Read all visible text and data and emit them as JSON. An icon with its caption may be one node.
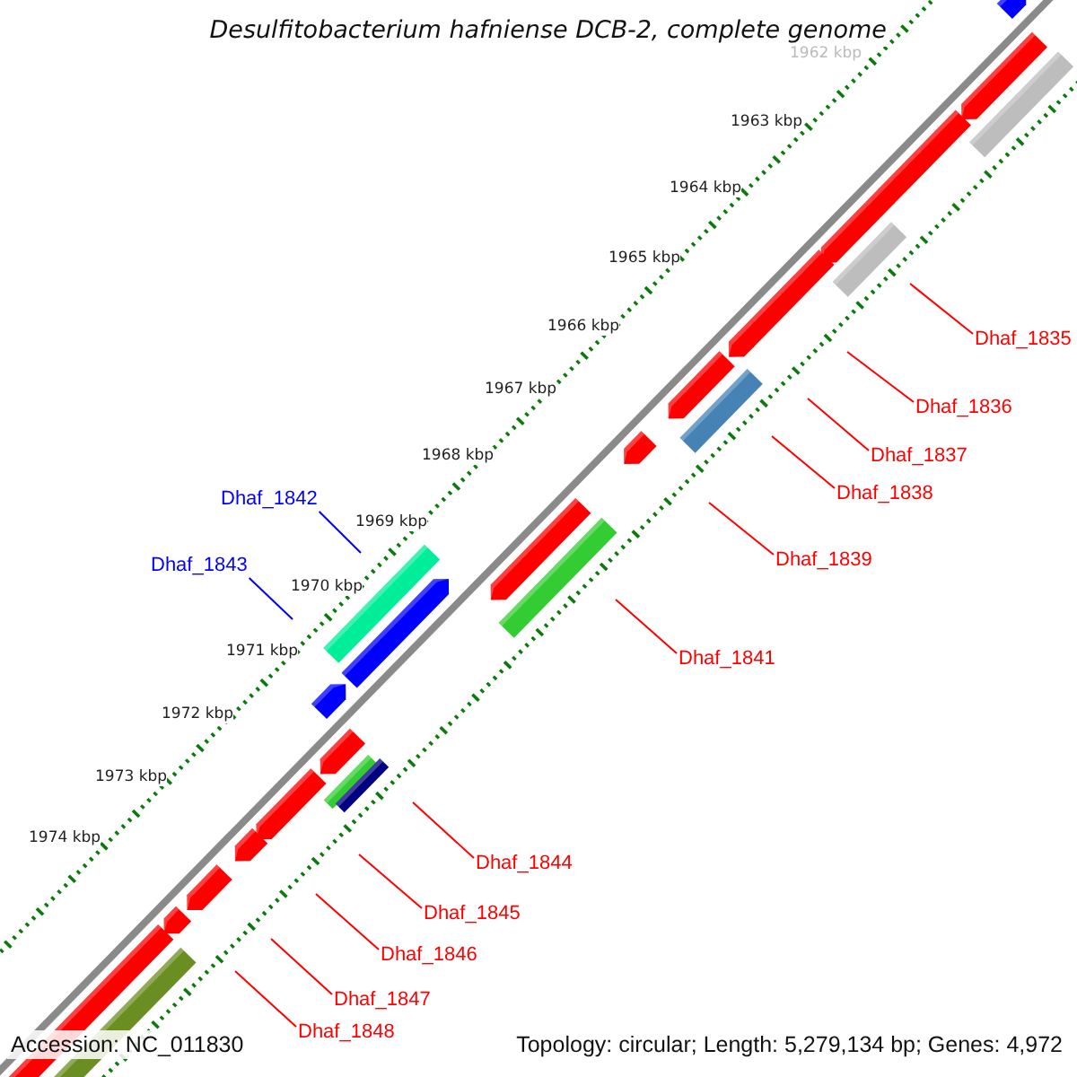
{
  "diagram": {
    "title": "Desulfitobacterium hafniense DCB-2, complete genome",
    "nodes": [
      {
        "text": [
          "Dhaf_1835"
        ]
      },
      {
        "text": [
          "Dhaf_1836"
        ]
      },
      {
        "text": [
          "Dhaf_1837"
        ]
      },
      {
        "text": [
          "Dhaf_1838"
        ]
      },
      {
        "text": [
          "Dhaf_1839"
        ]
      },
      {
        "text": [
          "Dhaf_1841"
        ]
      },
      {
        "text": [
          "Dhaf_1842"
        ]
      },
      {
        "text": [
          "Dhaf_1843"
        ]
      },
      {
        "text": [
          "Dhaf_1844"
        ]
      },
      {
        "text": [
          "Dhaf_1845"
        ]
      },
      {
        "text": [
          "Dhaf_1846"
        ]
      },
      {
        "text": [
          "Dhaf_1847"
        ]
      },
      {
        "text": [
          "Dhaf_1848"
        ]
      }
    ],
    "edges": [
      {
        "from": 0,
        "to": null,
        "arrow": "none"
      },
      {
        "from": 1,
        "to": null,
        "arrow": "none"
      },
      {
        "from": 2,
        "to": null,
        "arrow": "none"
      },
      {
        "from": 3,
        "to": null,
        "arrow": "none"
      },
      {
        "from": 4,
        "to": null,
        "arrow": "none"
      },
      {
        "from": 5,
        "to": null,
        "arrow": "none"
      },
      {
        "from": 6,
        "to": null,
        "arrow": "none",
        "color": "#0000ff"
      },
      {
        "from": 7,
        "to": null,
        "arrow": "none",
        "color": "#0000ff"
      },
      {
        "from": 8,
        "to": null,
        "arrow": "none"
      },
      {
        "from": 9,
        "to": null,
        "arrow": "none"
      },
      {
        "from": 10,
        "to": null,
        "arrow": "none"
      },
      {
        "from": 11,
        "to": null,
        "arrow": "none"
      },
      {
        "from": 12,
        "to": null,
        "arrow": "none"
      }
    ],
    "labels": [
      "1962 kbp",
      "1963 kbp",
      "1964 kbp",
      "1965 kbp",
      "1966 kbp",
      "1967 kbp",
      "1968 kbp",
      "1969 kbp",
      "1970 kbp",
      "1971 kbp",
      "1972 kbp",
      "1973 kbp",
      "1974 kbp",
      "Accession: NC_011830",
      "Topology: circular; Length: 5,279,134 bp; Genes: 4,972"
    ]
  }
}
